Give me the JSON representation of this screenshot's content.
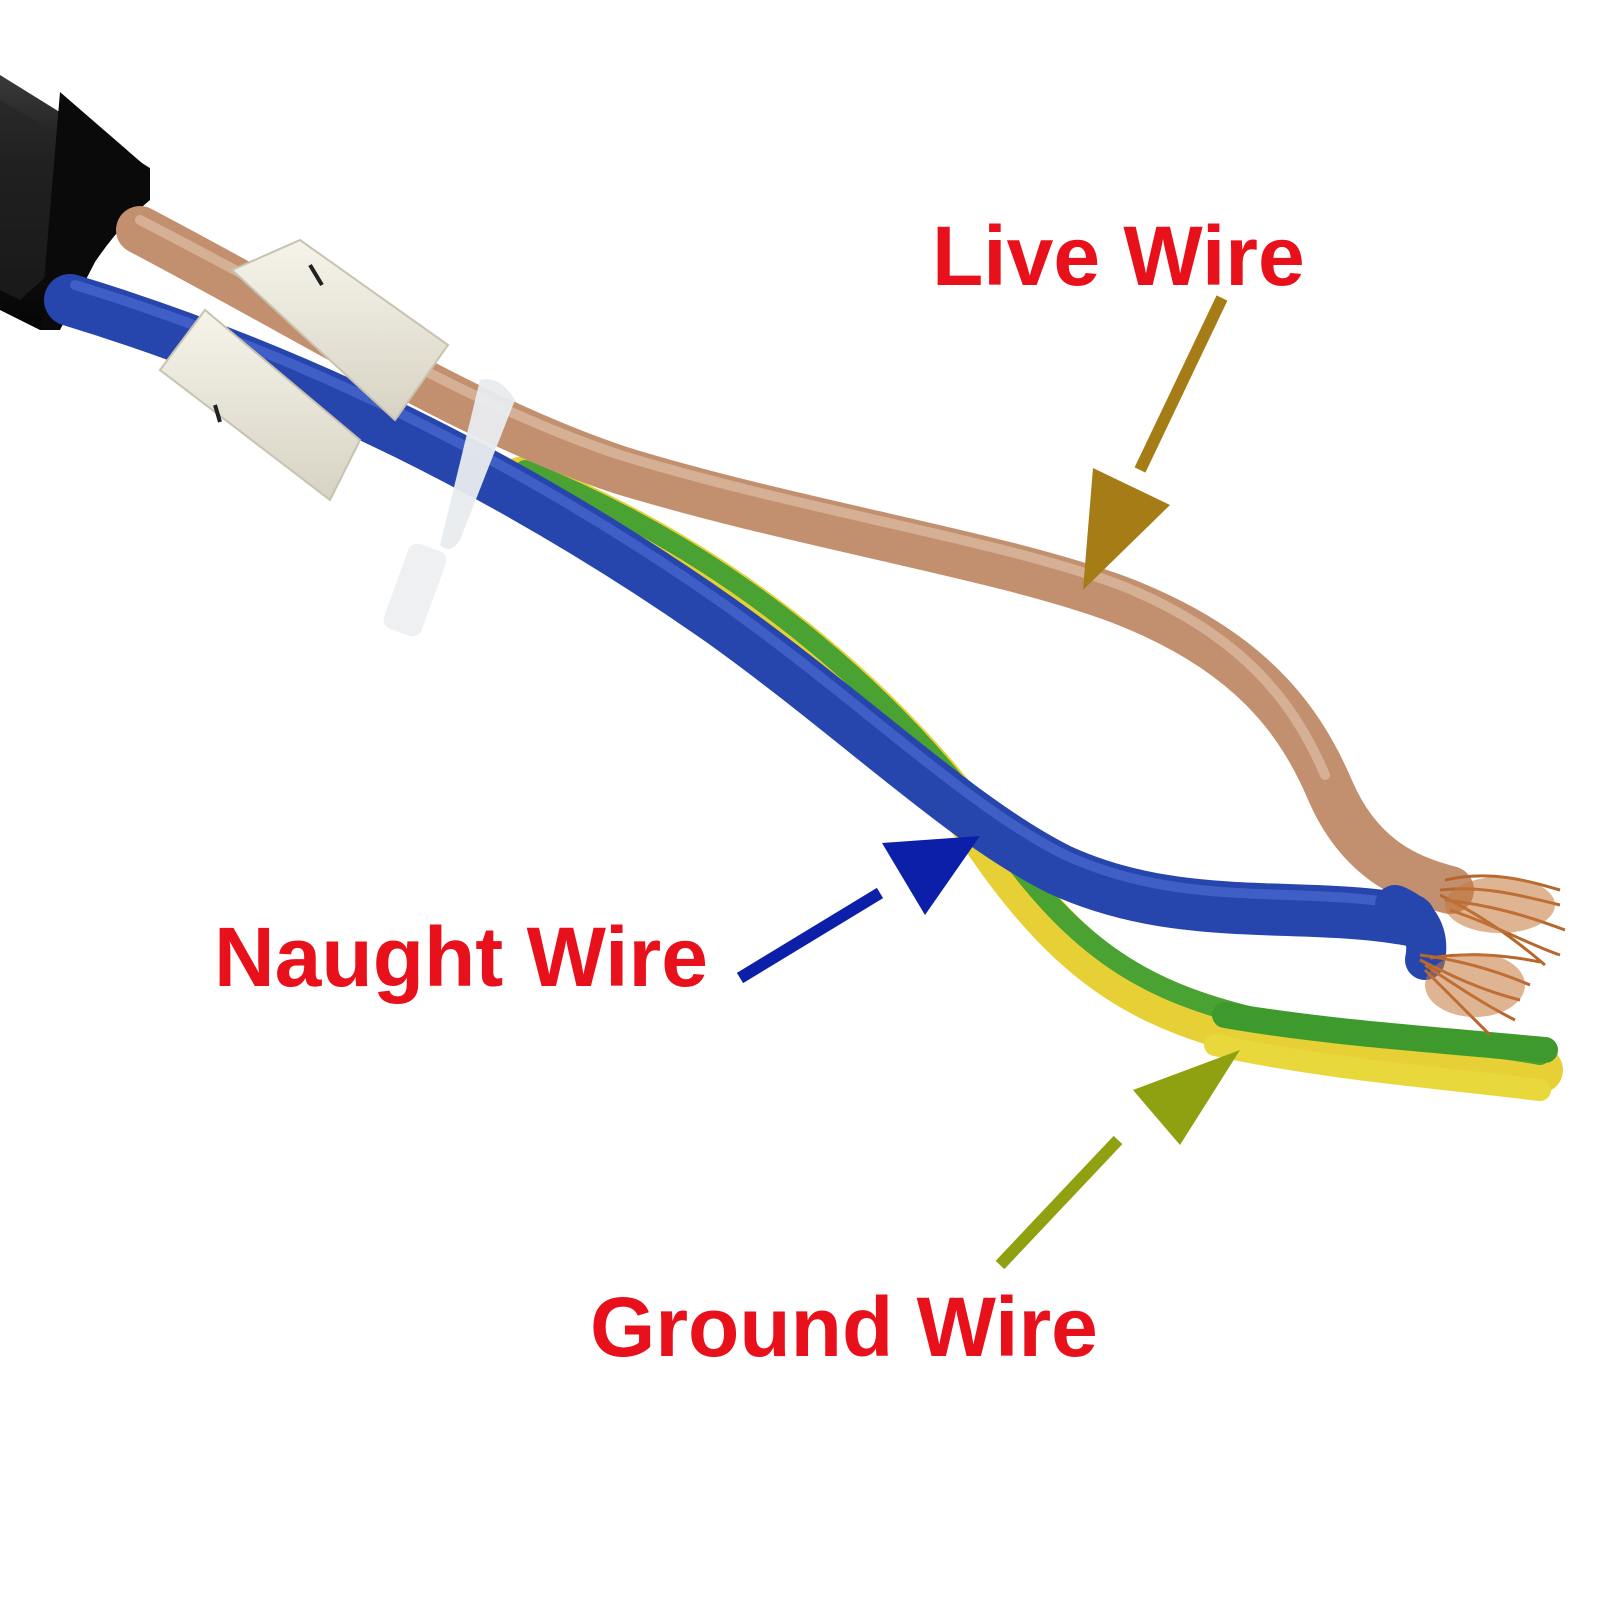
{
  "labels": {
    "live": "Live Wire",
    "neutral": "Naught Wire",
    "ground": "Ground Wire"
  },
  "colors": {
    "label_text": "#e8101a",
    "live_arrow": "#a67c16",
    "neutral_arrow": "#0c1fa8",
    "ground_arrow": "#8fa010",
    "live_insulation": "#c99a7c",
    "neutral_insulation": "#2747b0",
    "ground_yellow": "#e8d43a",
    "ground_green": "#4fa632",
    "cable_jacket": "#141414",
    "copper": "#b8672c"
  },
  "icons": {
    "live_arrow": "arrow-down-left-icon",
    "neutral_arrow": "arrow-up-right-icon",
    "ground_arrow": "arrow-up-right-icon"
  }
}
